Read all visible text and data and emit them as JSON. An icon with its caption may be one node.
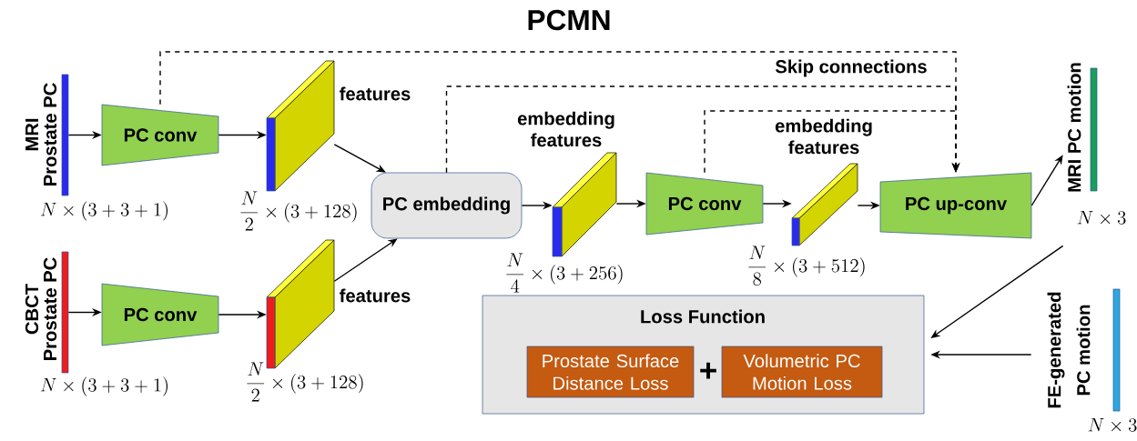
{
  "diagram": {
    "title": "PCMN",
    "nodes": [
      {
        "text": [
          "MRI",
          "Prostate PC"
        ],
        "beside": [
          "N \\times (3+3+1)"
        ]
      },
      {
        "text": [
          "PC conv"
        ]
      },
      {
        "text": [
          "features"
        ],
        "beside": [
          "\\frac{N}{2} \\times (3+128)"
        ]
      },
      {
        "text": [
          "CBCT",
          "Prostate PC"
        ],
        "beside": [
          "N \\times (3+3+1)"
        ]
      },
      {
        "text": [
          "PC conv"
        ]
      },
      {
        "text": [
          "features"
        ],
        "beside": [
          "\\frac{N}{2} \\times (3+128)"
        ]
      },
      {
        "text": [
          "PC embedding"
        ]
      },
      {
        "text": [
          "embedding features"
        ],
        "beside": [
          "\\frac{N}{4} \\times (3+256)"
        ]
      },
      {
        "text": [
          "PC conv"
        ]
      },
      {
        "text": [
          "embedding features"
        ],
        "beside": [
          "\\frac{N}{8} \\times (3+512)"
        ]
      },
      {
        "text": [
          "PC up-conv"
        ]
      },
      {
        "text": [
          "MRI PC motion"
        ],
        "beside": [
          "N \\times 3"
        ]
      },
      {
        "text": [
          "Loss Function"
        ]
      },
      {
        "text": [
          "Prostate Surface Distance Loss"
        ],
        "in": 12
      },
      {
        "text": [
          "Volumetric PC Motion Loss"
        ],
        "in": 12
      },
      {
        "text": [
          "FE-generated",
          "PC motion"
        ],
        "beside": [
          "N \\times 3"
        ]
      }
    ],
    "edges": [
      {
        "from": 0,
        "to": 1,
        "arrow": "to"
      },
      {
        "from": 1,
        "to": 2,
        "arrow": "to"
      },
      {
        "from": 2,
        "to": 6,
        "arrow": "to"
      },
      {
        "from": 3,
        "to": 4,
        "arrow": "to"
      },
      {
        "from": 4,
        "to": 5,
        "arrow": "to"
      },
      {
        "from": 5,
        "to": 6,
        "arrow": "to"
      },
      {
        "from": 6,
        "to": 7,
        "arrow": "to"
      },
      {
        "from": 7,
        "to": 8,
        "arrow": "to"
      },
      {
        "from": 8,
        "to": 9,
        "arrow": "to"
      },
      {
        "from": 9,
        "to": 10,
        "arrow": "to"
      },
      {
        "from": 10,
        "to": 11,
        "arrow": "to"
      },
      {
        "from": 11,
        "to": 12,
        "arrow": "to"
      },
      {
        "from": 15,
        "to": 12,
        "arrow": "to"
      },
      {
        "from": 1,
        "to": 10,
        "arrow": "to",
        "style": "dashed"
      },
      {
        "from": 6,
        "to": 10,
        "arrow": "to",
        "style": "dashed"
      },
      {
        "from": 8,
        "to": 10,
        "arrow": "to",
        "style": "dashed"
      }
    ],
    "labels": [
      "Skip connections",
      "+"
    ]
  }
}
